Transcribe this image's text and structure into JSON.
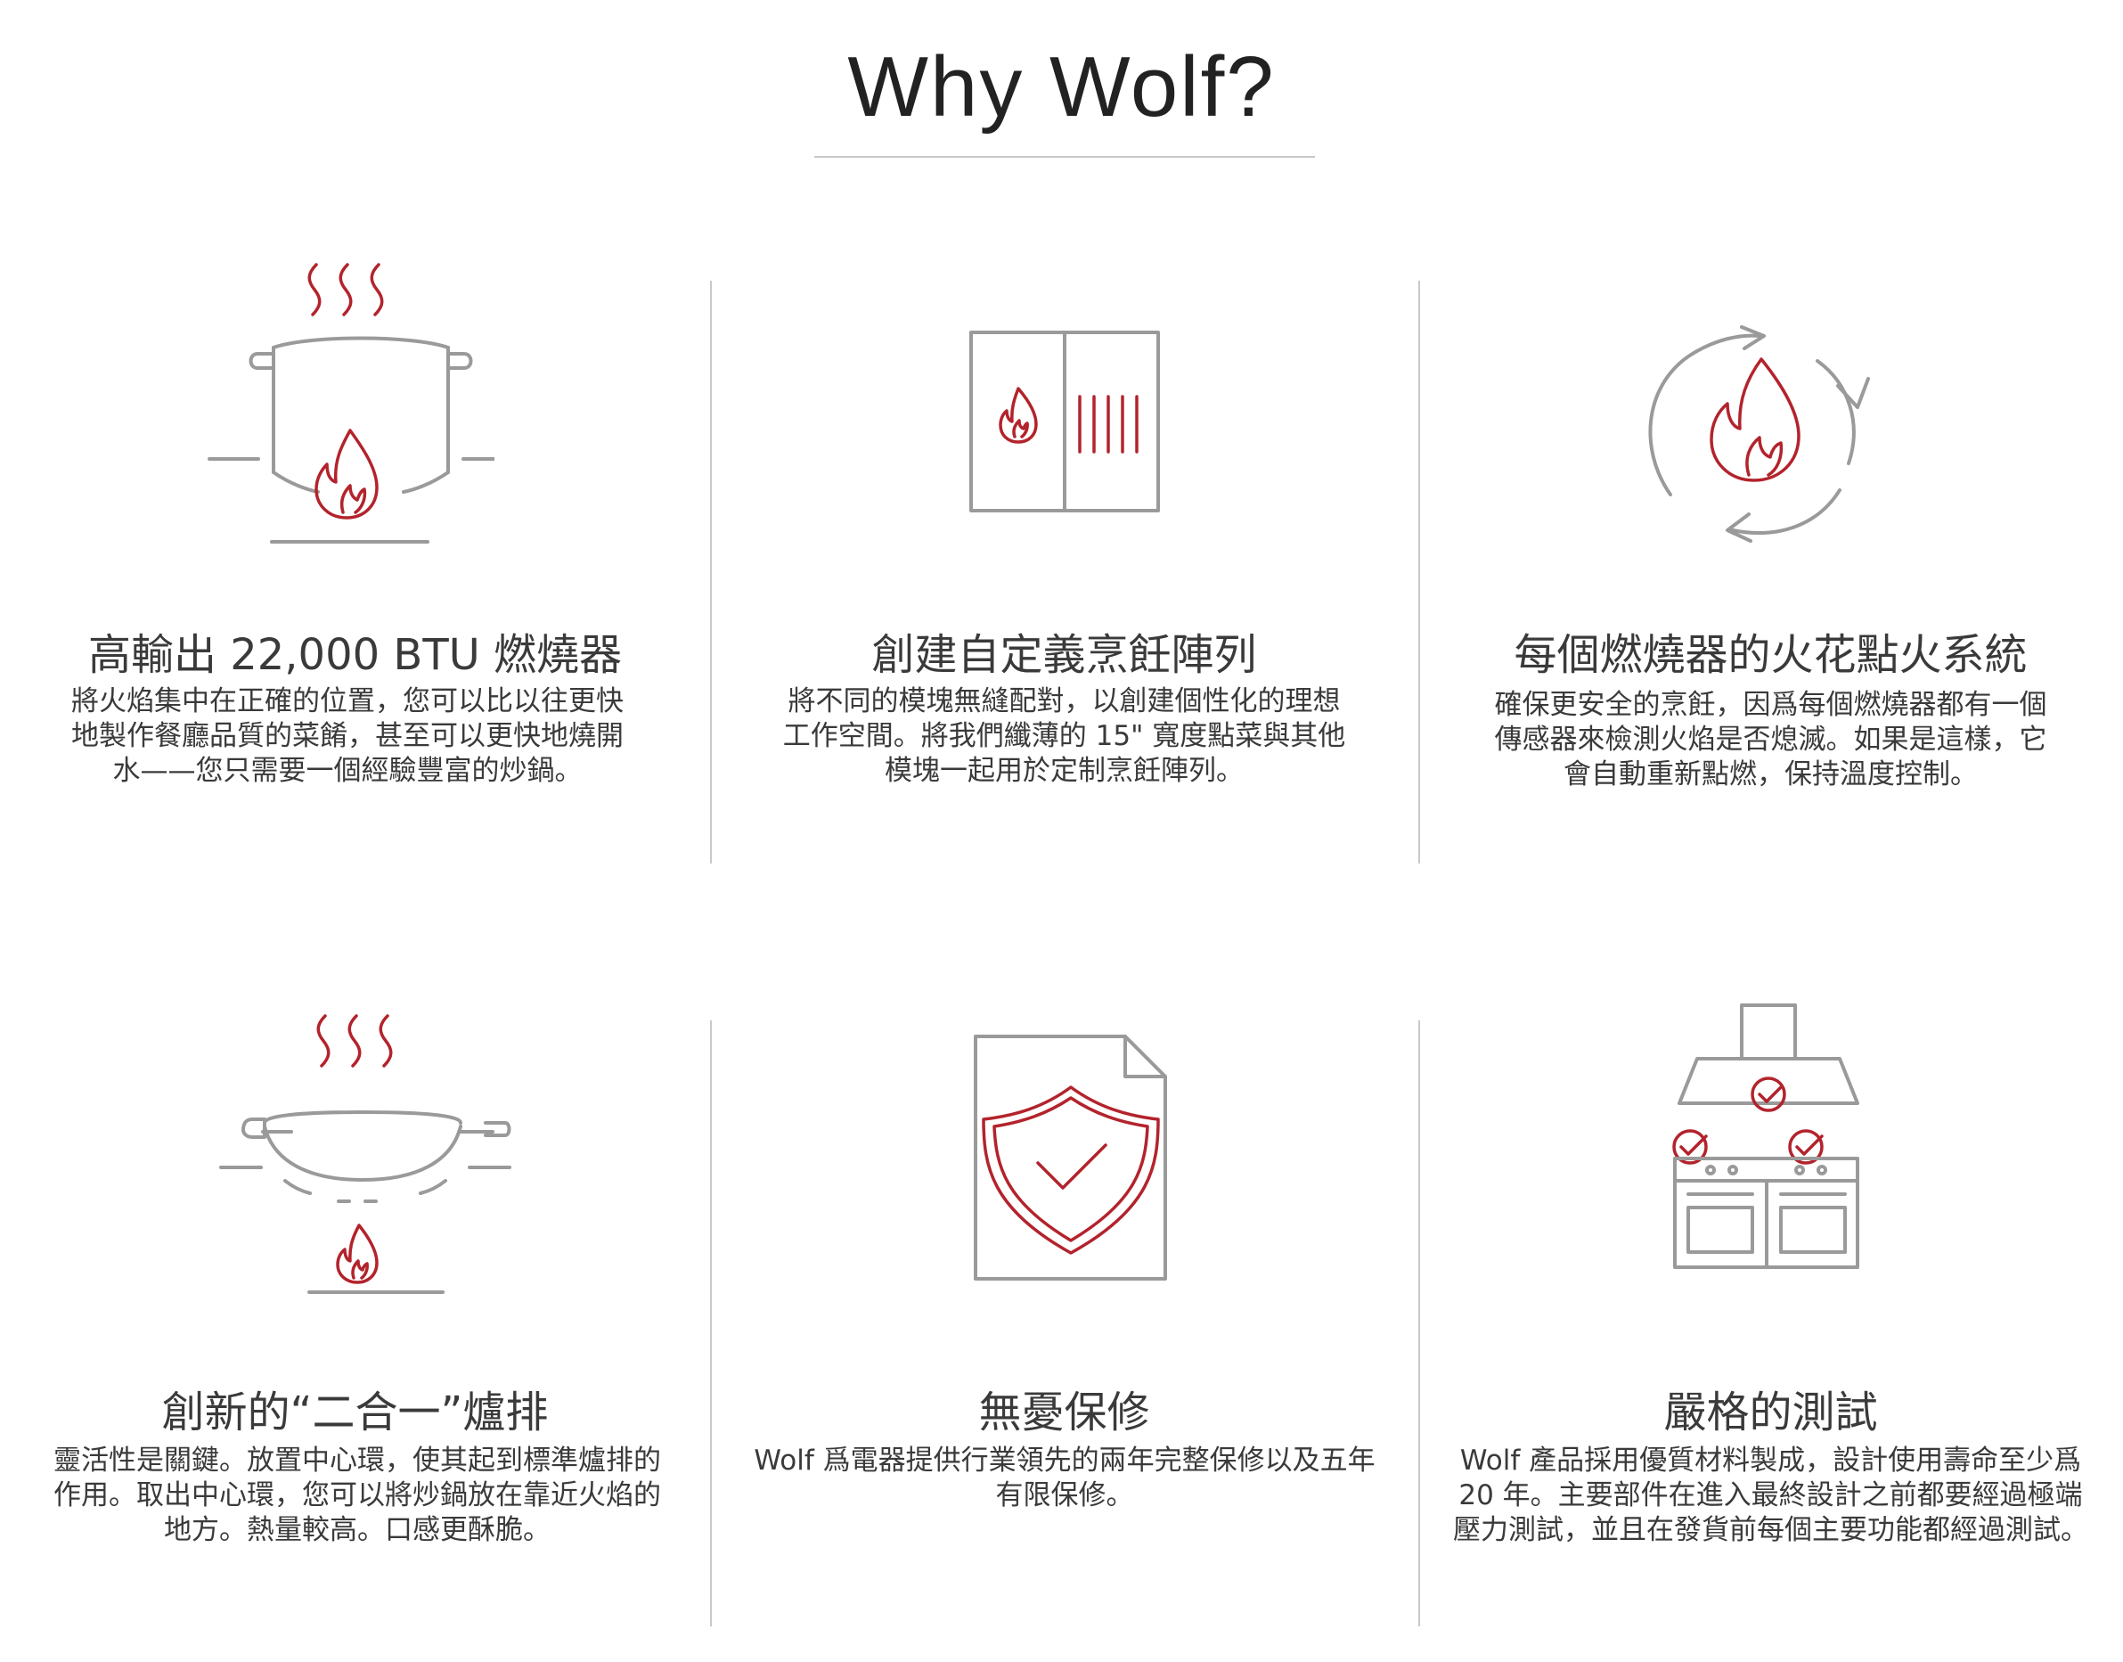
{
  "page": {
    "title": "Why Wolf?"
  },
  "colors": {
    "accent_red": "#b3232c",
    "icon_gray": "#9a9a9a",
    "text": "#3a3a3a",
    "divider": "#c9c9c9"
  },
  "features": [
    {
      "icon": "stockpot-flame-icon",
      "heading": "高輸出 22,000 BTU 燃燒器",
      "desc": "將火焰集中在正確的位置，您可以比以往更快地製作餐廳品質的菜餚，甚至可以更快地燒開水——您只需要一個經驗豐富的炒鍋。"
    },
    {
      "icon": "modular-cooktop-icon",
      "heading": "創建自定義烹飪陣列",
      "desc": "將不同的模塊無縫配對，以創建個性化的理想工作空間。將我們纖薄的 15\" 寬度點菜與其他模塊一起用於定制烹飪陣列。"
    },
    {
      "icon": "reignition-cycle-icon",
      "heading": "每個燃燒器的火花點火系統",
      "desc": "確保更安全的烹飪，因爲每個燃燒器都有一個傳感器來檢測火焰是否熄滅。如果是這樣，它會自動重新點燃，保持溫度控制。"
    },
    {
      "icon": "wok-grate-icon",
      "heading": "創新的“二合一”爐排",
      "desc": "靈活性是關鍵。放置中心環，使其起到標準爐排的作用。取出中心環，您可以將炒鍋放在靠近火焰的地方。熱量較高。口感更酥脆。"
    },
    {
      "icon": "warranty-shield-icon",
      "heading": "無憂保修",
      "desc": "Wolf 爲電器提供行業領先的兩年完整保修以及五年有限保修。"
    },
    {
      "icon": "tested-range-icon",
      "heading": "嚴格的測試",
      "desc": "Wolf 產品採用優質材料製成，設計使用壽命至少爲 20 年。主要部件在進入最終設計之前都要經過極端壓力測試，並且在發貨前每個主要功能都經過測試。"
    }
  ]
}
